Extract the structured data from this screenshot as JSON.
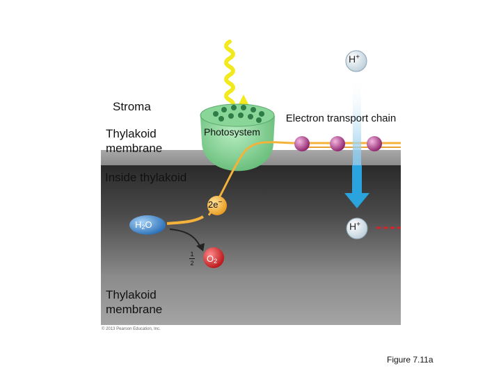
{
  "labels": {
    "stroma": "Stroma",
    "thylakoid_membrane_top": "Thylakoid membrane",
    "photosystem": "Photosystem",
    "electron_transport_chain": "Electron transport chain",
    "inside_thylakoid": "Inside thylakoid",
    "thylakoid_membrane_bottom": "Thylakoid membrane",
    "electrons": "2e",
    "electrons_charge": "−",
    "water": "H",
    "water_sub": "2",
    "water_tail": "O",
    "oxygen": "O",
    "oxygen_sub": "2",
    "stoich_num": "1",
    "stoich_den": "2",
    "proton_top": "H",
    "proton_top_charge": "+",
    "proton_bottom": "H",
    "proton_bottom_charge": "+",
    "copyright": "© 2013 Pearson Education, Inc.",
    "figure": "Figure 7.11a"
  },
  "colors": {
    "stroma_bg": "#ffffff",
    "membrane_gray": "#9a9a9a",
    "lumen_dark": "#3a3a3a",
    "photosystem_green": "#7fcf8f",
    "light_wave": "#f2ea1e",
    "electron_orange": "#f4b23a",
    "etc_purple": "#b0408a",
    "proton_blue": "#2ba4dd",
    "water_blue": "#4a8fd0",
    "oxygen_red": "#d8242a"
  },
  "icons": {
    "light": "wavy-light-icon",
    "proton_arrow": "down-arrow-icon"
  }
}
